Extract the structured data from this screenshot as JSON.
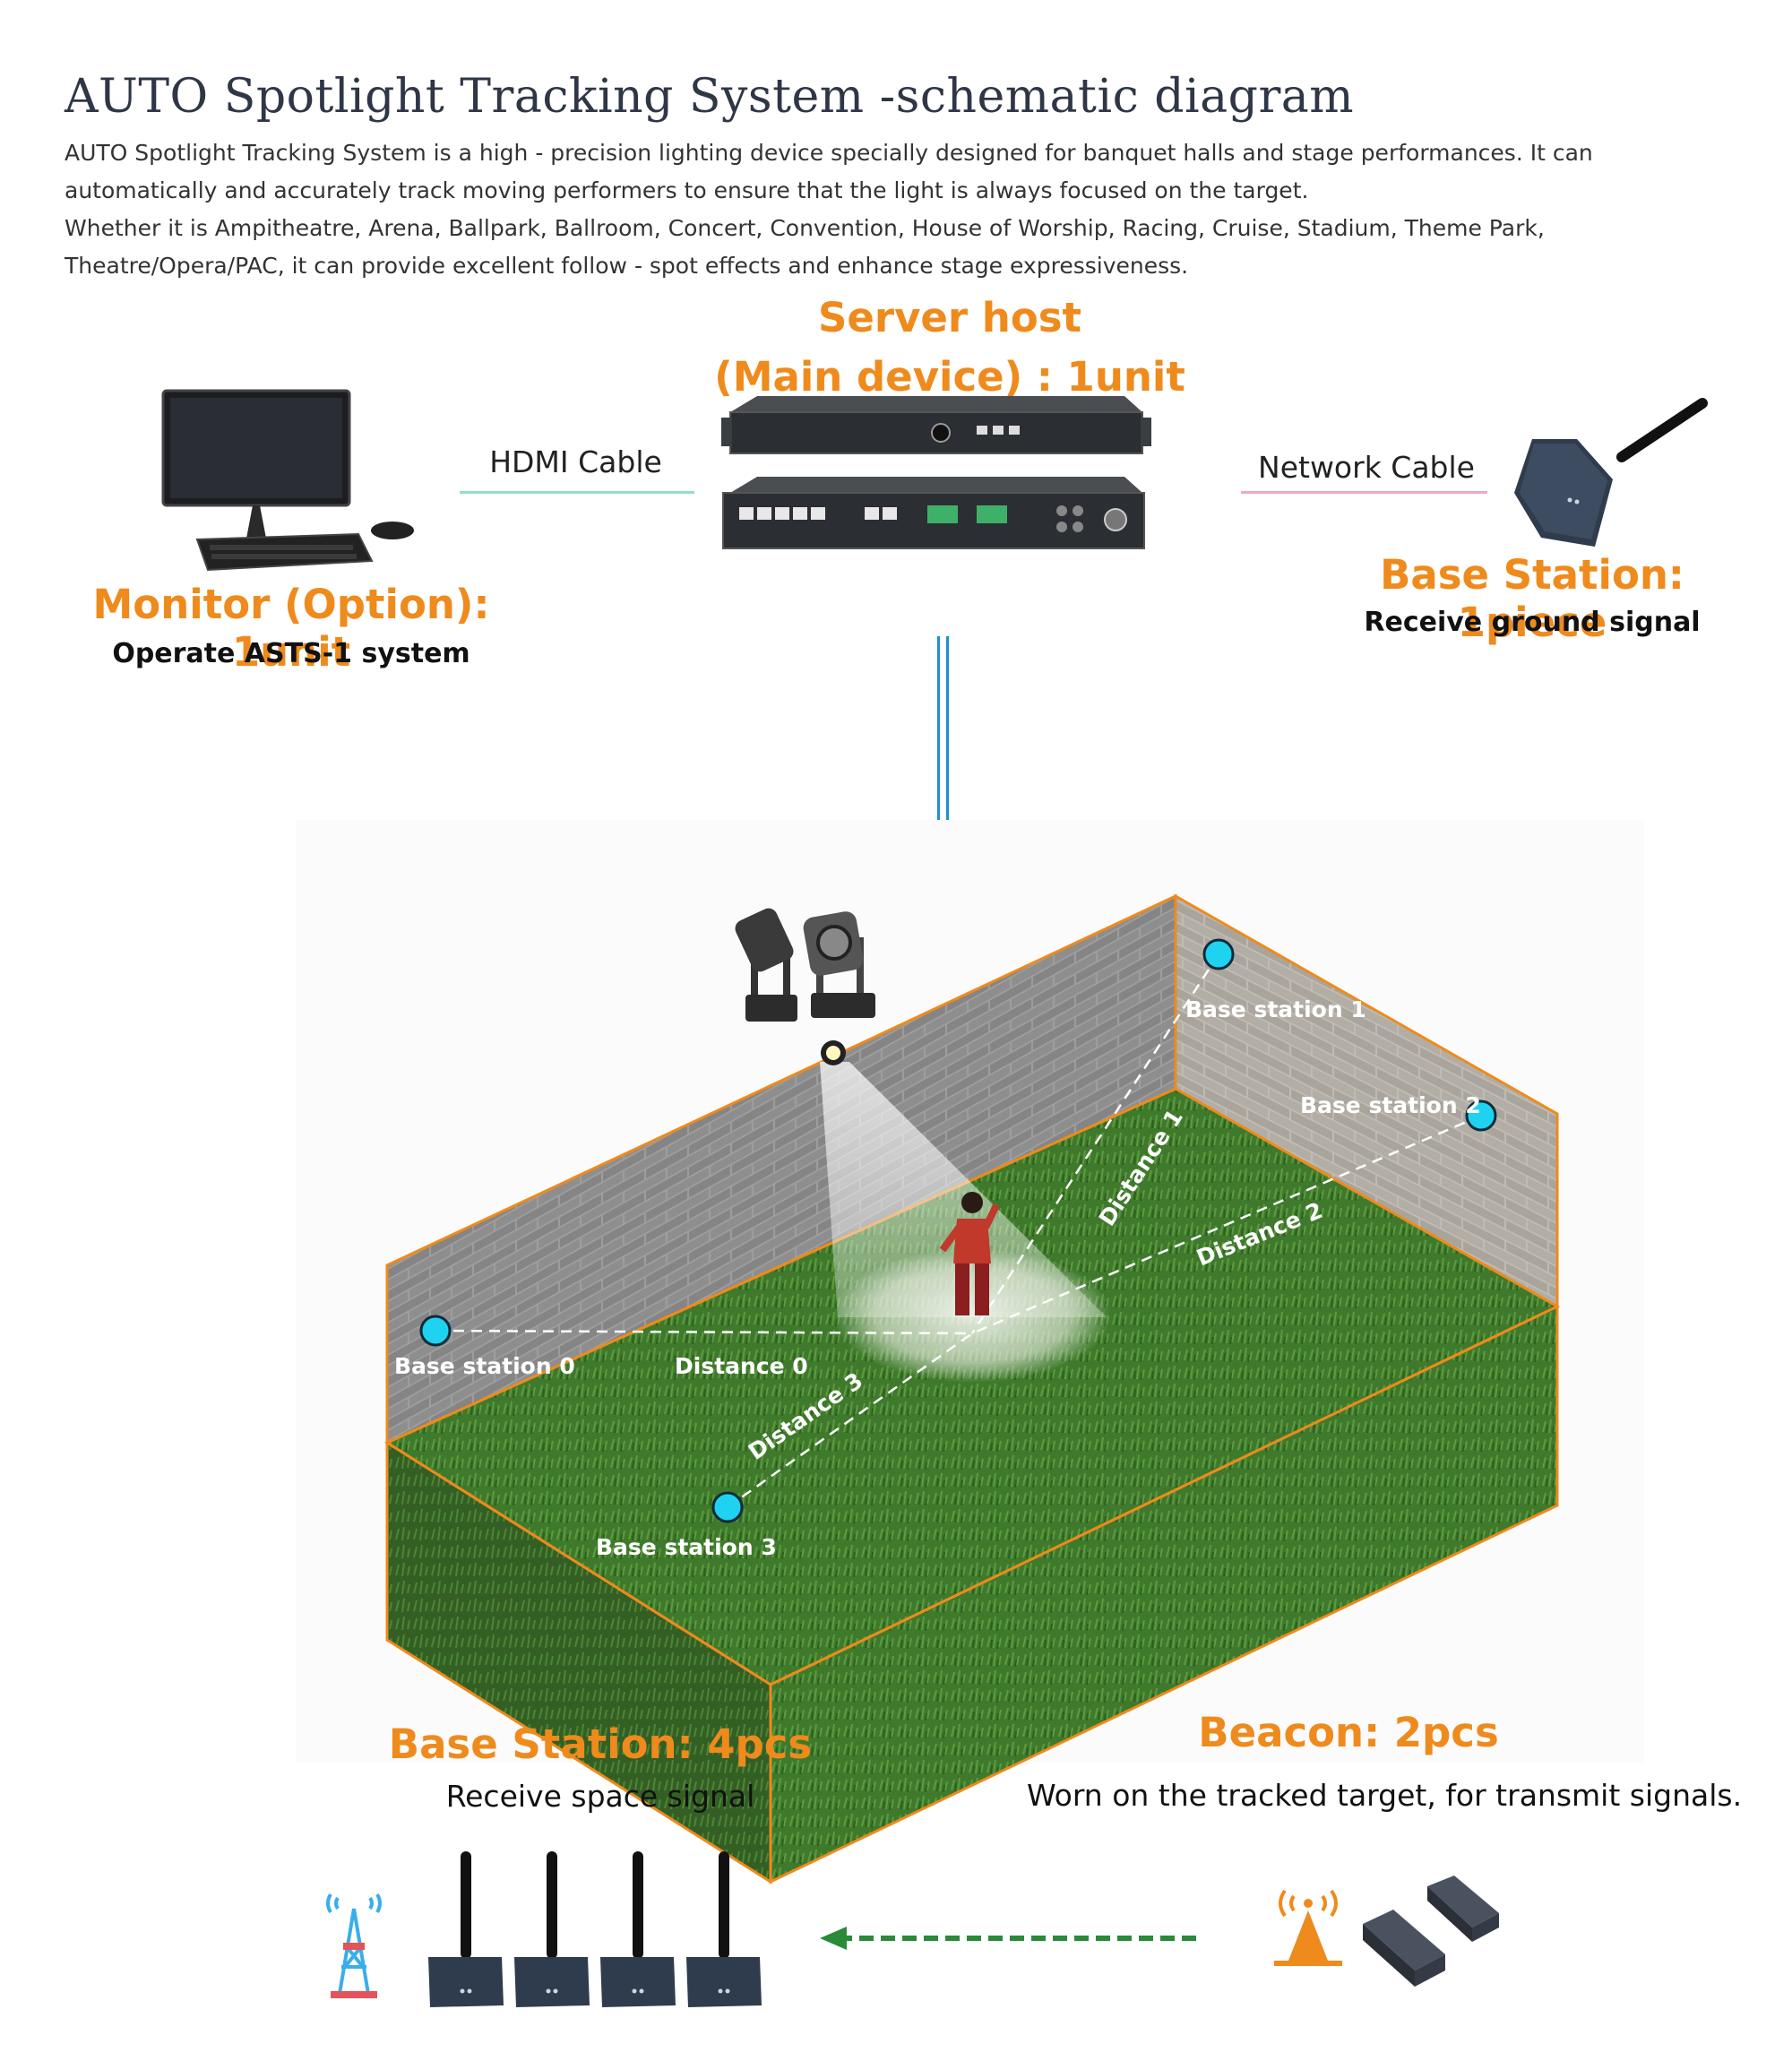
{
  "header": {
    "title": "AUTO Spotlight Tracking System -schematic diagram",
    "intro_1": "AUTO Spotlight Tracking System  is a high - precision lighting device specially designed for banquet halls and stage performances. It can automatically and accurately track moving performers to ensure that the light is always focused on the target.",
    "intro_2": "Whether it is Ampitheatre, Arena, Ballpark, Ballroom, Concert, Convention, House of Worship, Racing, Cruise, Stadium, Theme Park, Theatre/Opera/PAC, it can provide excellent follow - spot effects and enhance stage expressiveness."
  },
  "server": {
    "title_line1": "Server host",
    "title_line2": "(Main device)  : 1unit"
  },
  "monitor": {
    "title": "Monitor (Option): 1unit",
    "subtitle": "Operate  ASTS-1 system"
  },
  "base_station_top": {
    "title": "Base Station: 1piece",
    "subtitle": "Receive ground signal"
  },
  "cables": {
    "hdmi": "HDMI Cable",
    "network": "Network Cable"
  },
  "scene": {
    "base_stations": [
      "Base station 0",
      "Base station 1",
      "Base station 2",
      "Base station 3"
    ],
    "distances": [
      "Distance 0",
      "Distance 1",
      "Distance 2",
      "Distance 3"
    ]
  },
  "base_station_bottom": {
    "title": "Base Station: 4pcs",
    "subtitle": "Receive space signal"
  },
  "beacon": {
    "title": "Beacon: 2pcs",
    "subtitle": "Worn on the tracked target, for transmit signals."
  },
  "colors": {
    "accent": "#ef8a1c",
    "station_dot": "#1fd3f0",
    "hdmi_line": "#8fe0c8",
    "network_line": "#f3a6c0",
    "vertical_link": "#1e8fd6",
    "signal_arrow": "#2a8a3a",
    "grass": "#3f7a2c",
    "brick": "#9a9a9a"
  }
}
